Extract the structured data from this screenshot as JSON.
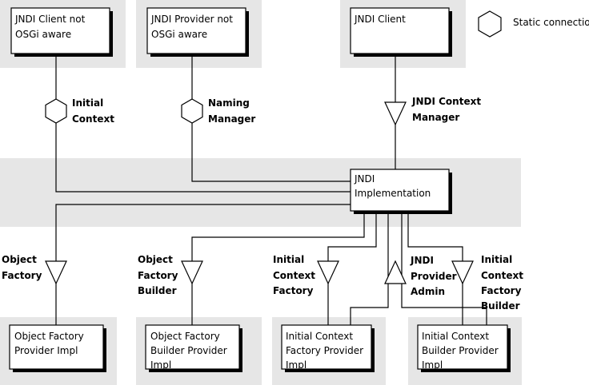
{
  "legend": {
    "label": "Static connection",
    "icon": "hexagon"
  },
  "colors": {
    "band": "#e6e6e6",
    "stroke": "#000000",
    "fill": "#ffffff"
  },
  "boxes": {
    "jndi_client_not_osgi": [
      "JNDI Client not",
      "OSGi aware"
    ],
    "jndi_provider_not_osgi": [
      "JNDI Provider not",
      "OSGi aware"
    ],
    "jndi_client": [
      "JNDI Client"
    ],
    "jndi_implementation": [
      "JNDI",
      "Implementation"
    ],
    "object_factory_provider_impl": [
      "Object Factory",
      "Provider Impl"
    ],
    "object_factory_builder_provider_impl": [
      "Object Factory",
      "Builder Provider",
      "Impl"
    ],
    "initial_context_factory_provider_impl": [
      "Initial Context",
      "Factory Provider",
      "Impl"
    ],
    "initial_context_builder_provider_impl": [
      "Initial Context",
      "Builder Provider",
      "Impl"
    ]
  },
  "connections": {
    "initial_context": [
      "Initial",
      "Context"
    ],
    "naming_manager": [
      "Naming",
      "Manager"
    ],
    "jndi_context_manager": [
      "JNDI Context",
      "Manager"
    ],
    "object_factory": [
      "Object",
      "Factory"
    ],
    "object_factory_builder": [
      "Object",
      "Factory",
      "Builder"
    ],
    "initial_context_factory": [
      "Initial",
      "Context",
      "Factory"
    ],
    "jndi_provider_admin": [
      "JNDI",
      "Provider",
      "Admin"
    ],
    "initial_context_factory_builder": [
      "Initial",
      "Context",
      "Factory",
      "Builder"
    ]
  }
}
